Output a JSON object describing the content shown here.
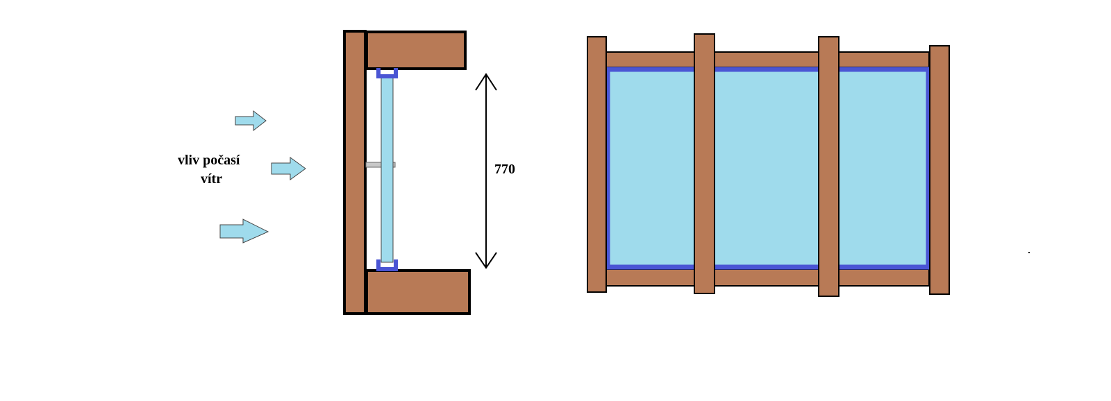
{
  "labels": {
    "weather_line1": "vliv počasí",
    "weather_line2": "vítr",
    "dimension": "770"
  },
  "colors": {
    "wood": "#b87a56",
    "glass": "#9fdbec",
    "sash_blue": "#4a55d4",
    "outline": "#000000",
    "bolt": "#c8c8c8",
    "background": "#ffffff"
  }
}
